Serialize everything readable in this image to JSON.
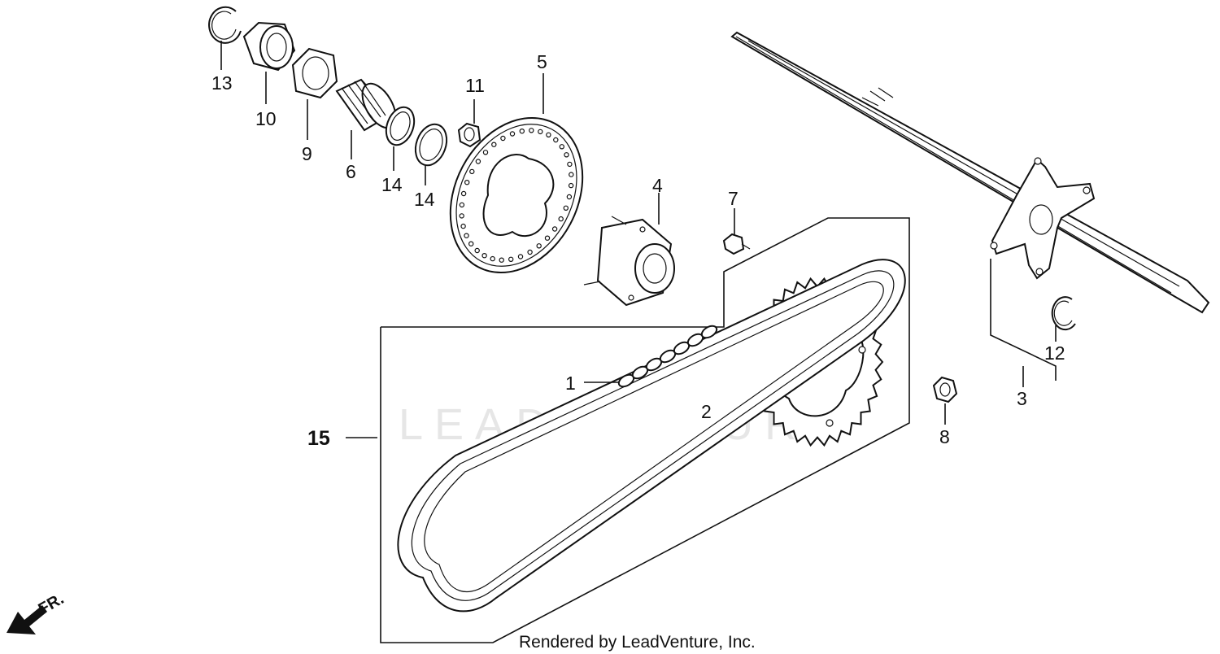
{
  "watermark": "LEADVENTURE",
  "credit": "Rendered by LeadVenture, Inc.",
  "direction_label": "FR.",
  "callouts": {
    "c1": "1",
    "c2": "2",
    "c3": "3",
    "c4": "4",
    "c5": "5",
    "c6": "6",
    "c7": "7",
    "c8": "8",
    "c9": "9",
    "c10": "10",
    "c11": "11",
    "c12": "12",
    "c13": "13",
    "c14a": "14",
    "c14b": "14",
    "c15": "15"
  }
}
